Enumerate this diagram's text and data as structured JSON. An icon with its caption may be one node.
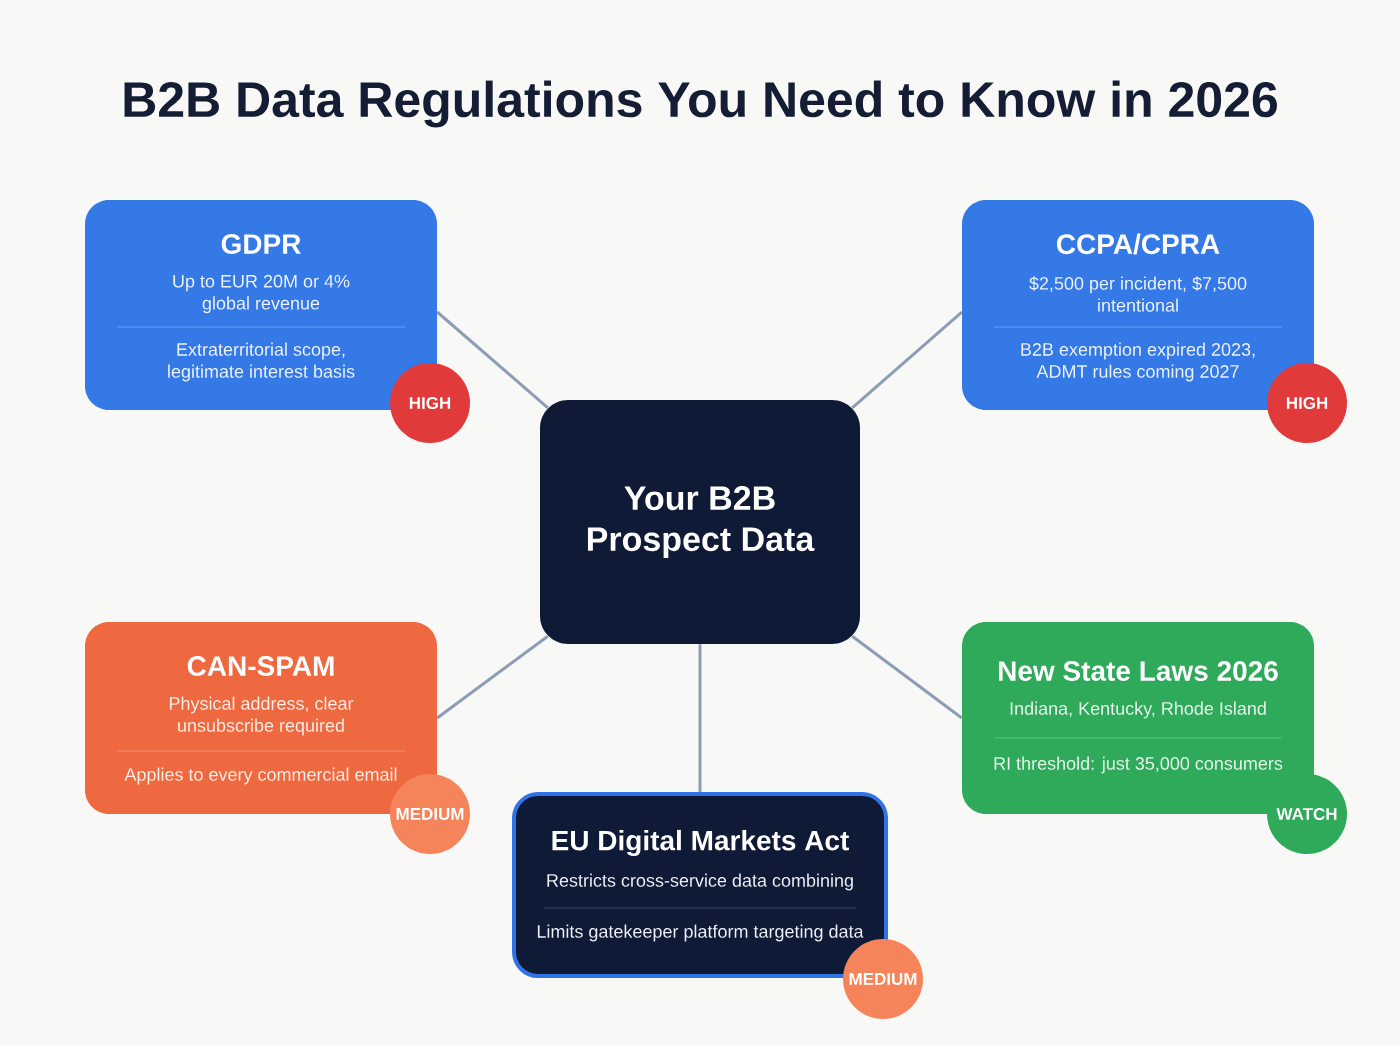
{
  "diagram": {
    "title": "B2B Data Regulations You Need to Know in 2026",
    "nodes": [
      {
        "text": [
          "GDPR",
          "Up to EUR 20M or 4% global revenue",
          "Extraterritorial scope, legitimate interest basis"
        ]
      },
      {
        "text": [
          "HIGH"
        ]
      },
      {
        "text": [
          "CCPA/CPRA",
          "$2,500 per incident, $7,500 intentional",
          "B2B exemption expired 2023, ADMT rules coming 2027"
        ]
      },
      {
        "text": [
          "HIGH"
        ]
      },
      {
        "text": [
          "Your B2B Prospect Data"
        ]
      },
      {
        "text": [
          "CAN-SPAM",
          "Physical address, clear unsubscribe required",
          "Applies to every commercial email"
        ]
      },
      {
        "text": [
          "MEDIUM"
        ]
      },
      {
        "text": [
          "New State Laws 2026",
          "Indiana, Kentucky, Rhode Island",
          "RI threshold: just 35,000 consumers"
        ]
      },
      {
        "text": [
          "WATCH"
        ]
      },
      {
        "text": [
          "EU Digital Markets Act",
          "Restricts cross-service data combining",
          "Limits gatekeeper platform targeting data"
        ]
      },
      {
        "text": [
          "MEDIUM"
        ]
      }
    ],
    "edges": [
      {
        "from": 4,
        "to": 0,
        "arrow": "none"
      },
      {
        "from": 4,
        "to": 2,
        "arrow": "none"
      },
      {
        "from": 4,
        "to": 5,
        "arrow": "none"
      },
      {
        "from": 4,
        "to": 7,
        "arrow": "none"
      },
      {
        "from": 4,
        "to": 9,
        "arrow": "none"
      }
    ]
  }
}
